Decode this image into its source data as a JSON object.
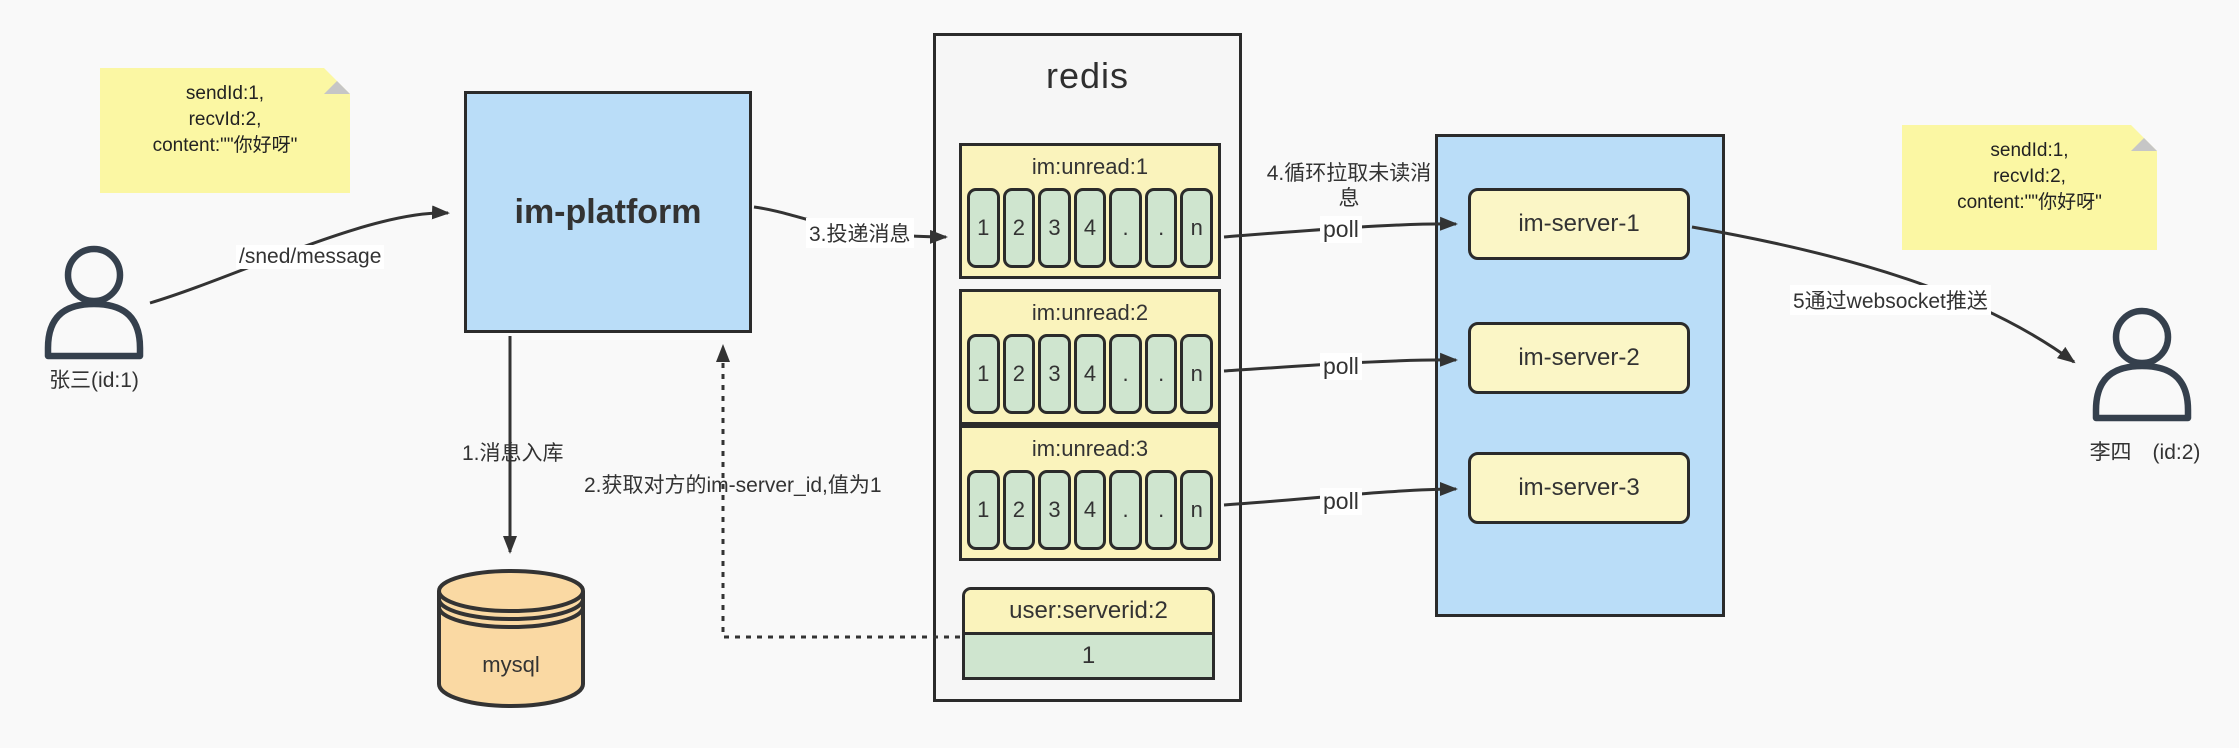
{
  "notes": {
    "left": {
      "lines": [
        "sendId:1,",
        "recvId:2,",
        "content:\"\"你好呀\""
      ]
    },
    "right": {
      "lines": [
        "sendId:1,",
        "recvId:2,",
        "content:\"\"你好呀\""
      ]
    }
  },
  "actors": {
    "sender": {
      "label": "张三(id:1)"
    },
    "receiver": {
      "label": "李四　(id:2)"
    }
  },
  "platform": {
    "label": "im-platform"
  },
  "database": {
    "label": "mysql"
  },
  "redis": {
    "title": "redis",
    "queues": [
      {
        "header": "im:unread:1",
        "cells": [
          "1",
          "2",
          "3",
          "4",
          ".",
          ".",
          "n"
        ]
      },
      {
        "header": "im:unread:2",
        "cells": [
          "1",
          "2",
          "3",
          "4",
          ".",
          ".",
          "n"
        ]
      },
      {
        "header": "im:unread:3",
        "cells": [
          "1",
          "2",
          "3",
          "4",
          ".",
          ".",
          "n"
        ]
      }
    ],
    "server_map": {
      "header": "user:serverid:2",
      "value": "1"
    }
  },
  "server_group": {
    "servers": [
      "im-server-1",
      "im-server-2",
      "im-server-3"
    ]
  },
  "edges": {
    "send_label": "/sned/message",
    "step1_label": "1.消息入库",
    "step2_label": "2.获取对方的im-server_id,值为1",
    "step3_label": "3.投递消息",
    "step4_label": "4.循环拉取未读消息",
    "step5_label": "5通过websocket推送",
    "poll_label": "poll"
  },
  "colors": {
    "background": "#f9f9f9",
    "note_yellow": "#fbf7a3",
    "box_blue": "#baddf8",
    "box_yellow": "#fbf6c6",
    "header_yellow": "#faf3bc",
    "cell_green": "#cfe5cf",
    "mysql_peach": "#fad9a3",
    "line_dark": "#333333"
  }
}
